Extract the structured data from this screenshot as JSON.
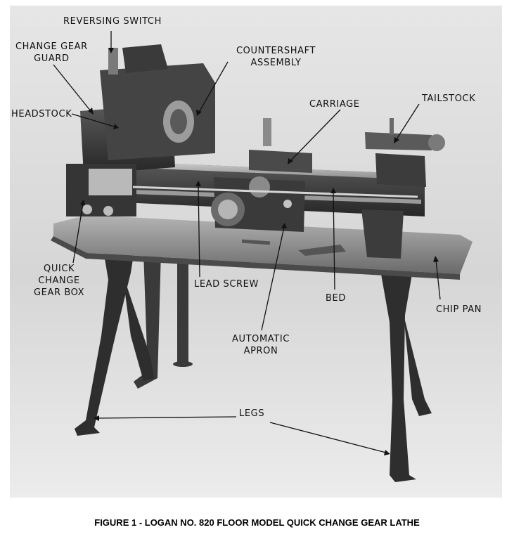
{
  "labels": {
    "reversing_switch": "REVERSING SWITCH",
    "change_gear_guard_1": "CHANGE GEAR",
    "change_gear_guard_2": "GUARD",
    "countershaft_1": "COUNTERSHAFT",
    "countershaft_2": "ASSEMBLY",
    "headstock": "HEADSTOCK",
    "carriage": "CARRIAGE",
    "tailstock": "TAILSTOCK",
    "quick_change_1": "QUICK",
    "quick_change_2": "CHANGE",
    "quick_change_3": "GEAR BOX",
    "lead_screw": "LEAD SCREW",
    "bed": "BED",
    "chip_pan": "CHIP PAN",
    "automatic_apron_1": "AUTOMATIC",
    "automatic_apron_2": "APRON",
    "legs": "LEGS"
  },
  "caption": "FIGURE 1 - LOGAN NO. 820 FLOOR MODEL QUICK CHANGE GEAR LATHE",
  "colors": {
    "background": "#ffffff",
    "photo_background": "#dcdcdc",
    "machine": "#3a3a3a",
    "label_text": "#111111"
  }
}
